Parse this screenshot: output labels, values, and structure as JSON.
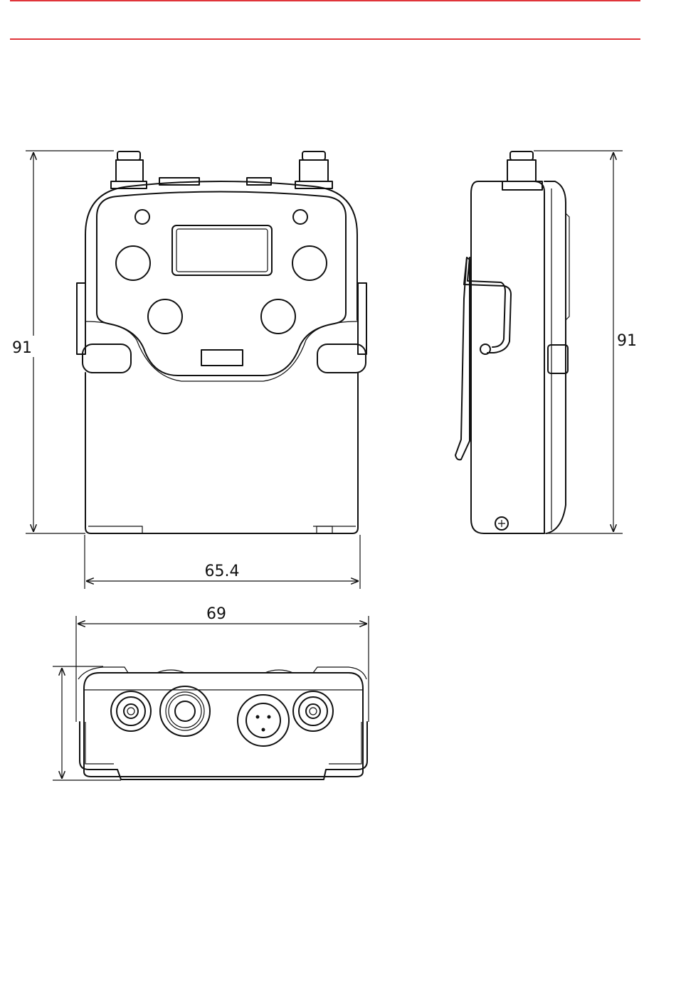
{
  "header": {
    "rule_color": "#e0353a"
  },
  "dimensions": {
    "front_height": "91",
    "side_height": "91",
    "front_width": "65.4",
    "bottom_width": "69"
  }
}
